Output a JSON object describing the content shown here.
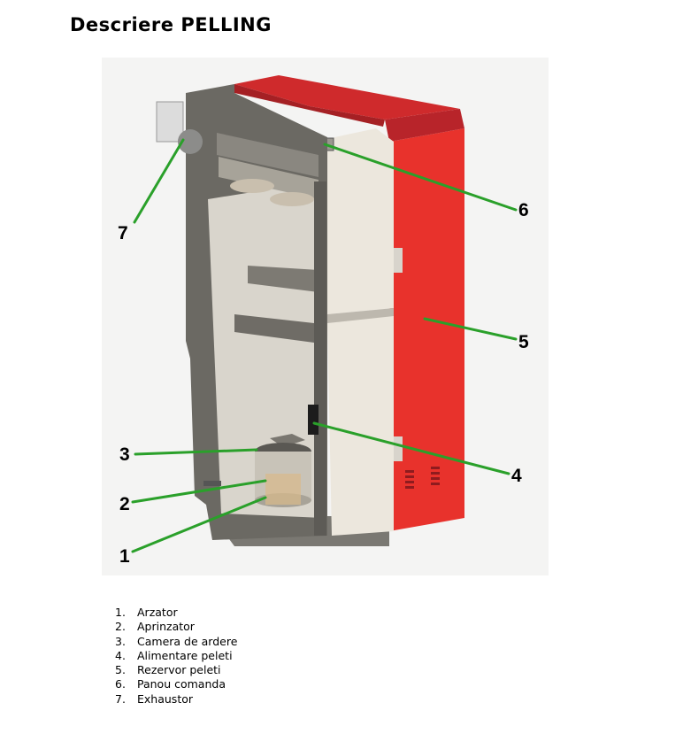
{
  "title": "Descriere PELLING",
  "callouts": [
    {
      "number": "1",
      "label": "Arzator"
    },
    {
      "number": "2",
      "label": "Aprinzator"
    },
    {
      "number": "3",
      "label": "Camera de ardere"
    },
    {
      "number": "4",
      "label": "Alimentare peleti"
    },
    {
      "number": "5",
      "label": "Rezervor peleti"
    },
    {
      "number": "6",
      "label": "Panou comanda"
    },
    {
      "number": "7",
      "label": "Exhaustor"
    }
  ],
  "colors": {
    "leader_line": "#2aa02a",
    "boiler_red": "#e8322c",
    "boiler_top": "#c8262a",
    "panel_cream": "#ece7dd",
    "steel_dark": "#4b4b48",
    "steel_mid": "#8a8780",
    "chamber_light": "#d9d5cc"
  }
}
